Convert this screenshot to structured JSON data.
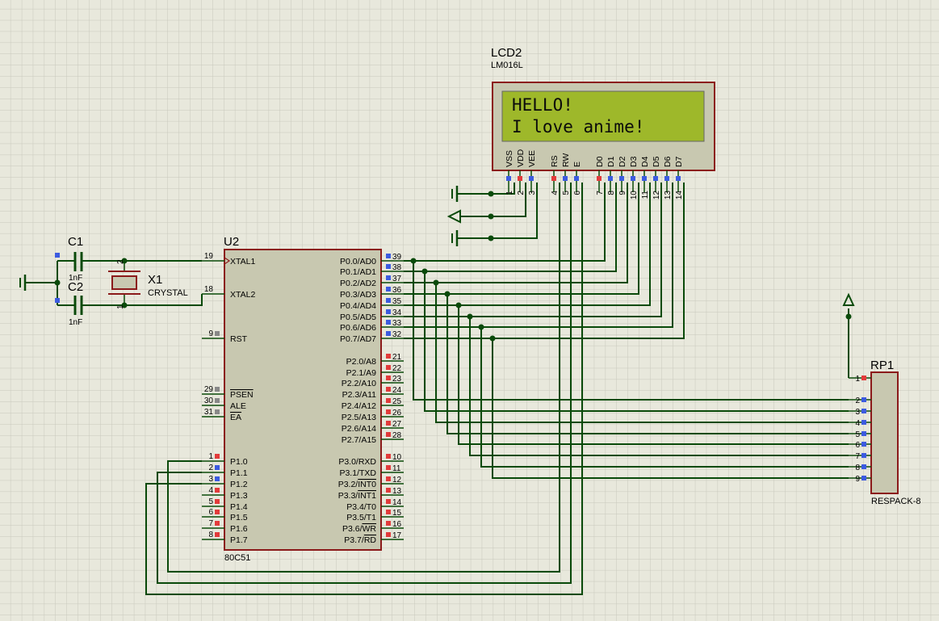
{
  "colors": {
    "background": "#e8e8dc",
    "grid": "#c8c8bc",
    "wire": "#0a4a0a",
    "component_border": "#8b1a1a",
    "component_fill": "#c8c8b0",
    "lcd_screen": "#9eb82a",
    "pin_high": "#e23b3b",
    "pin_low": "#3c5be0",
    "pin_float": "#888888"
  },
  "lcd": {
    "ref": "LCD2",
    "part": "LM016L",
    "line1": "HELLO!",
    "line2": "I love anime!",
    "pins": [
      {
        "name": "VSS",
        "num": "1",
        "state": "low"
      },
      {
        "name": "VDD",
        "num": "2",
        "state": "high"
      },
      {
        "name": "VEE",
        "num": "3",
        "state": "low"
      },
      {
        "name": "RS",
        "num": "4",
        "state": "high"
      },
      {
        "name": "RW",
        "num": "5",
        "state": "low"
      },
      {
        "name": "E",
        "num": "6",
        "state": "low"
      },
      {
        "name": "D0",
        "num": "7",
        "state": "high"
      },
      {
        "name": "D1",
        "num": "8",
        "state": "low"
      },
      {
        "name": "D2",
        "num": "9",
        "state": "low"
      },
      {
        "name": "D3",
        "num": "10",
        "state": "low"
      },
      {
        "name": "D4",
        "num": "11",
        "state": "low"
      },
      {
        "name": "D5",
        "num": "12",
        "state": "low"
      },
      {
        "name": "D6",
        "num": "13",
        "state": "low"
      },
      {
        "name": "D7",
        "num": "14",
        "state": "low"
      }
    ]
  },
  "mcu": {
    "ref": "U2",
    "part": "80C51",
    "left_pins": [
      {
        "num": "19",
        "name": "XTAL1",
        "state": "none",
        "clock": true
      },
      {
        "num": "18",
        "name": "XTAL2",
        "state": "none"
      },
      {
        "num": "9",
        "name": "RST",
        "state": "float"
      },
      {
        "num": "29",
        "name": "PSEN",
        "state": "float",
        "overline": true
      },
      {
        "num": "30",
        "name": "ALE",
        "state": "float"
      },
      {
        "num": "31",
        "name": "EA",
        "state": "float",
        "overline": true
      },
      {
        "num": "1",
        "name": "P1.0",
        "state": "high"
      },
      {
        "num": "2",
        "name": "P1.1",
        "state": "low"
      },
      {
        "num": "3",
        "name": "P1.2",
        "state": "low"
      },
      {
        "num": "4",
        "name": "P1.3",
        "state": "high"
      },
      {
        "num": "5",
        "name": "P1.4",
        "state": "high"
      },
      {
        "num": "6",
        "name": "P1.5",
        "state": "high"
      },
      {
        "num": "7",
        "name": "P1.6",
        "state": "high"
      },
      {
        "num": "8",
        "name": "P1.7",
        "state": "high"
      }
    ],
    "right_pins": [
      {
        "num": "39",
        "name": "P0.0/AD0",
        "state": "low"
      },
      {
        "num": "38",
        "name": "P0.1/AD1",
        "state": "low"
      },
      {
        "num": "37",
        "name": "P0.2/AD2",
        "state": "low"
      },
      {
        "num": "36",
        "name": "P0.3/AD3",
        "state": "low"
      },
      {
        "num": "35",
        "name": "P0.4/AD4",
        "state": "low"
      },
      {
        "num": "34",
        "name": "P0.5/AD5",
        "state": "low"
      },
      {
        "num": "33",
        "name": "P0.6/AD6",
        "state": "low"
      },
      {
        "num": "32",
        "name": "P0.7/AD7",
        "state": "low"
      },
      {
        "num": "21",
        "name": "P2.0/A8",
        "state": "high"
      },
      {
        "num": "22",
        "name": "P2.1/A9",
        "state": "high"
      },
      {
        "num": "23",
        "name": "P2.2/A10",
        "state": "high"
      },
      {
        "num": "24",
        "name": "P2.3/A11",
        "state": "high"
      },
      {
        "num": "25",
        "name": "P2.4/A12",
        "state": "high"
      },
      {
        "num": "26",
        "name": "P2.5/A13",
        "state": "high"
      },
      {
        "num": "27",
        "name": "P2.6/A14",
        "state": "high"
      },
      {
        "num": "28",
        "name": "P2.7/A15",
        "state": "high"
      },
      {
        "num": "10",
        "name": "P3.0/RXD",
        "state": "high"
      },
      {
        "num": "11",
        "name": "P3.1/TXD",
        "state": "high"
      },
      {
        "num": "12",
        "name": "P3.2/INT0",
        "state": "high",
        "overline_from": 5
      },
      {
        "num": "13",
        "name": "P3.3/INT1",
        "state": "high",
        "overline_from": 5
      },
      {
        "num": "14",
        "name": "P3.4/T0",
        "state": "high"
      },
      {
        "num": "15",
        "name": "P3.5/T1",
        "state": "high"
      },
      {
        "num": "16",
        "name": "P3.6/WR",
        "state": "high",
        "overline_from": 5
      },
      {
        "num": "17",
        "name": "P3.7/RD",
        "state": "high",
        "overline_from": 5
      }
    ]
  },
  "c1": {
    "ref": "C1",
    "value": "1nF"
  },
  "c2": {
    "ref": "C2",
    "value": "1nF"
  },
  "crystal": {
    "ref": "X1",
    "value": "CRYSTAL",
    "pin_a": "2",
    "pin_b": "1"
  },
  "rp1": {
    "ref": "RP1",
    "part": "RESPACK-8",
    "pins": [
      {
        "num": "1",
        "state": "high"
      },
      {
        "num": "2",
        "state": "low"
      },
      {
        "num": "3",
        "state": "low"
      },
      {
        "num": "4",
        "state": "low"
      },
      {
        "num": "5",
        "state": "low"
      },
      {
        "num": "6",
        "state": "low"
      },
      {
        "num": "7",
        "state": "low"
      },
      {
        "num": "8",
        "state": "low"
      },
      {
        "num": "9",
        "state": "low"
      }
    ]
  }
}
